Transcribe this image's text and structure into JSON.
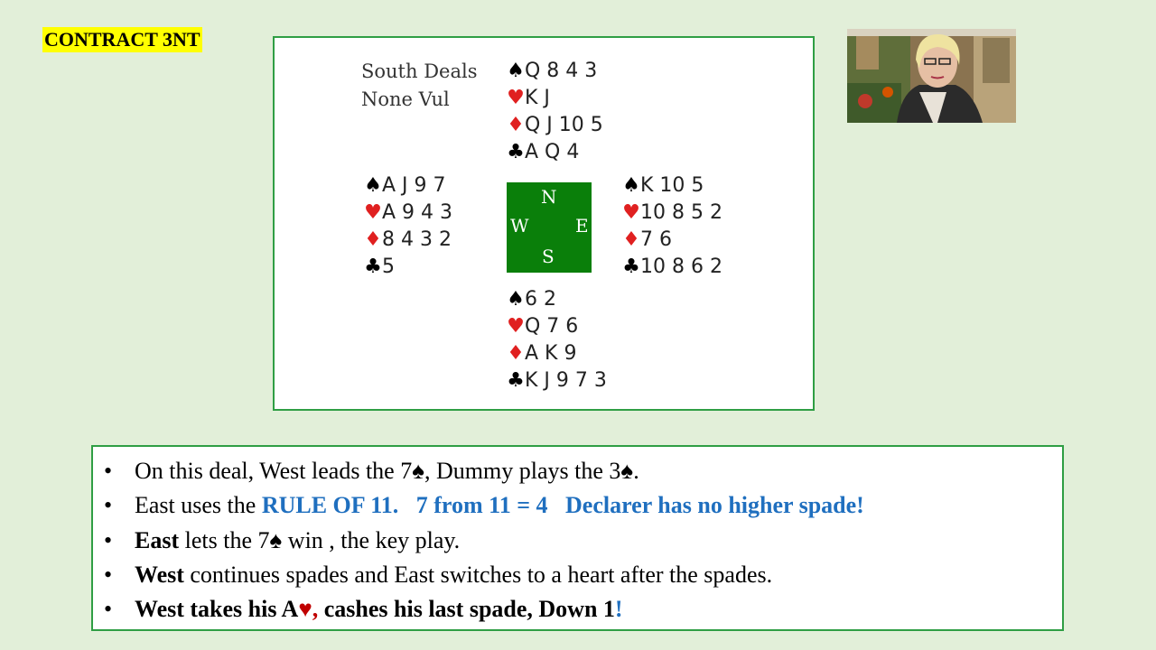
{
  "title": "CONTRACT 3NT",
  "deal": {
    "info": [
      "South Deals",
      "None Vul"
    ],
    "north": {
      "spades": "Q 8 4 3",
      "hearts": "K J",
      "diamonds": "Q J 10 5",
      "clubs": "A Q 4"
    },
    "west": {
      "spades": "A J 9 7",
      "hearts": "A 9 4 3",
      "diamonds": "8 4 3 2",
      "clubs": "5"
    },
    "east": {
      "spades": "K 10 5",
      "hearts": "10 8 5 2",
      "diamonds": "7 6",
      "clubs": "10 8 6 2"
    },
    "south": {
      "spades": "6 2",
      "hearts": "Q 7 6",
      "diamonds": "A K 9",
      "clubs": "K J 9 7 3"
    },
    "compass": {
      "n": "N",
      "s": "S",
      "e": "E",
      "w": "W"
    },
    "table_color": "#0a7f0a"
  },
  "symbols": {
    "spade": "♠",
    "heart": "♥",
    "diamond": "♦",
    "club": "♣",
    "bullet": "•"
  },
  "bullets": {
    "b1": {
      "text": "On this deal, West leads the 7♠, Dummy plays the 3♠."
    },
    "b2": {
      "pre": "East uses the ",
      "blue": "RULE OF 11.   7 from 11 = 4   Declarer has no higher spade!"
    },
    "b3": {
      "bold": "East",
      "rest": " lets the 7♠ win , the key play."
    },
    "b4": {
      "bold": "West",
      "rest": " continues spades and East switches to a heart after the spades."
    },
    "b5": {
      "part1": "West takes his A",
      "heart": "♥",
      "comma": ",",
      "part2": " cashes his last spade, Down 1",
      "excl": "!"
    }
  },
  "colors": {
    "background": "#e2efd9",
    "highlight": "#ffff00",
    "border": "#2f9e44",
    "blue": "#1f6fbf",
    "red": "#e02020"
  }
}
